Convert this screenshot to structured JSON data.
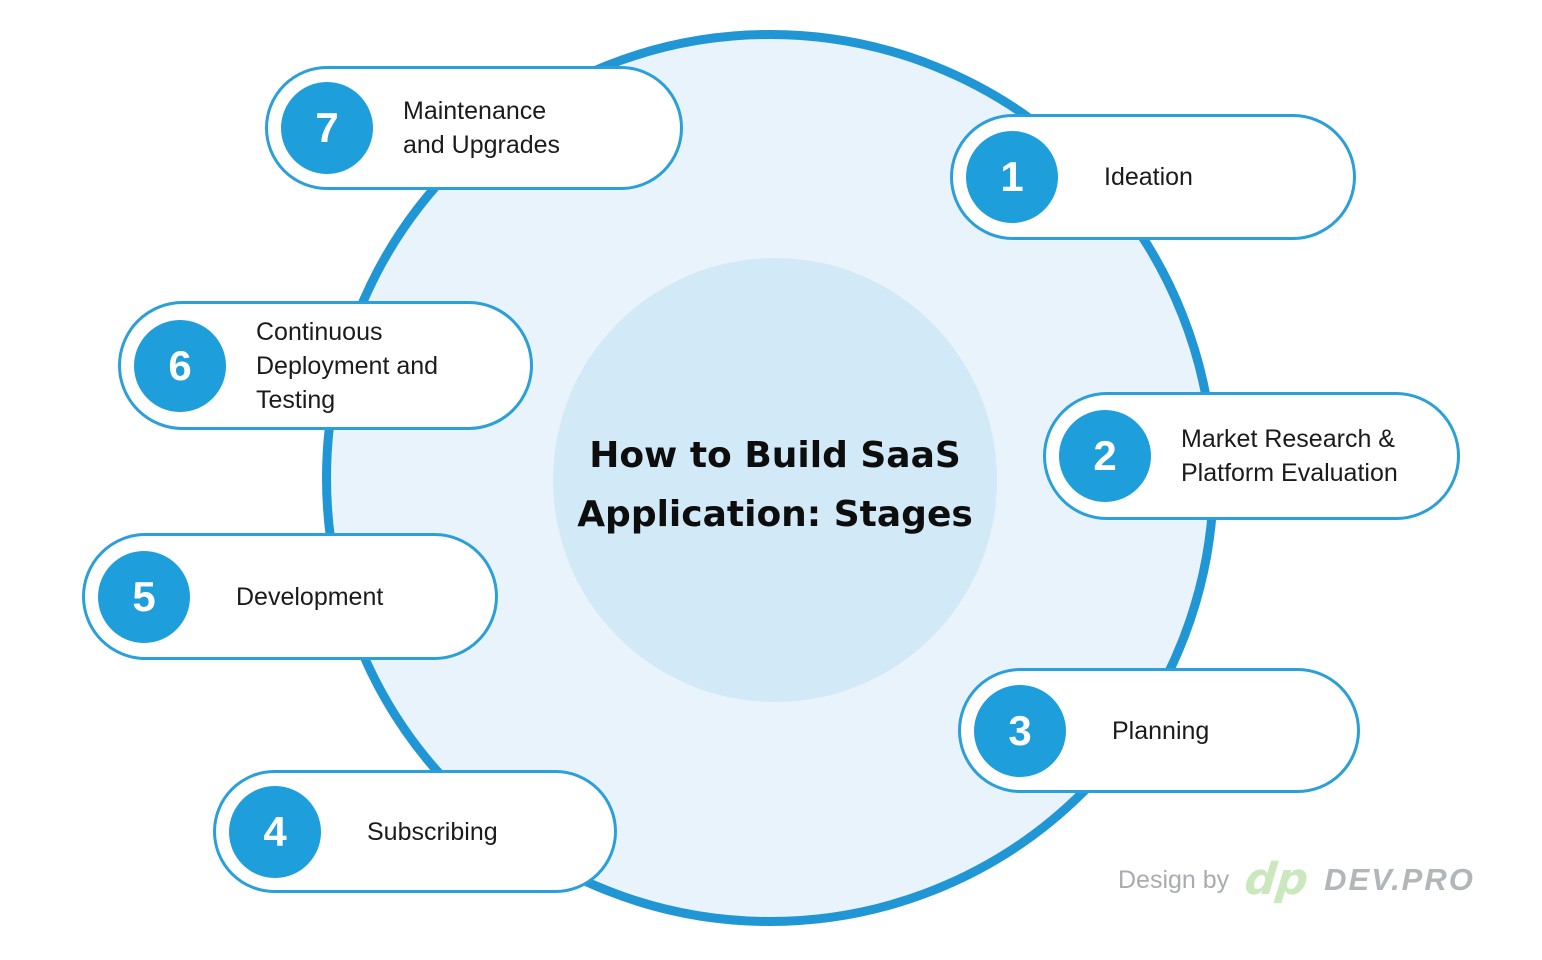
{
  "title": {
    "line1": "How to Build SaaS",
    "line2": "Application: Stages"
  },
  "stages": [
    {
      "num": "1",
      "label": "Ideation"
    },
    {
      "num": "2",
      "label": "Market Research & Platform Evaluation"
    },
    {
      "num": "3",
      "label": "Planning"
    },
    {
      "num": "4",
      "label": "Subscribing"
    },
    {
      "num": "5",
      "label": "Development"
    },
    {
      "num": "6",
      "label": "Continuous Deployment and Testing"
    },
    {
      "num": "7",
      "label": "Maintenance and Upgrades"
    }
  ],
  "attribution": {
    "prefix": "Design by",
    "logo": "dp",
    "brand": "DEV.PRO"
  },
  "colors": {
    "accent_blue": "#1e9edb",
    "cycle_circle_stroke": "#2196d5",
    "cycle_circle_fill": "#e8f3fb",
    "inner_circle_fill": "#d2e9f7",
    "pill_border": "#2b9fd9",
    "pill_fill": "#ffffff",
    "title_text": "#0d0d0d",
    "label_text": "#1b1b1b",
    "attribution_gray": "#a8acb1",
    "logo_green": "#cbe7bd"
  }
}
